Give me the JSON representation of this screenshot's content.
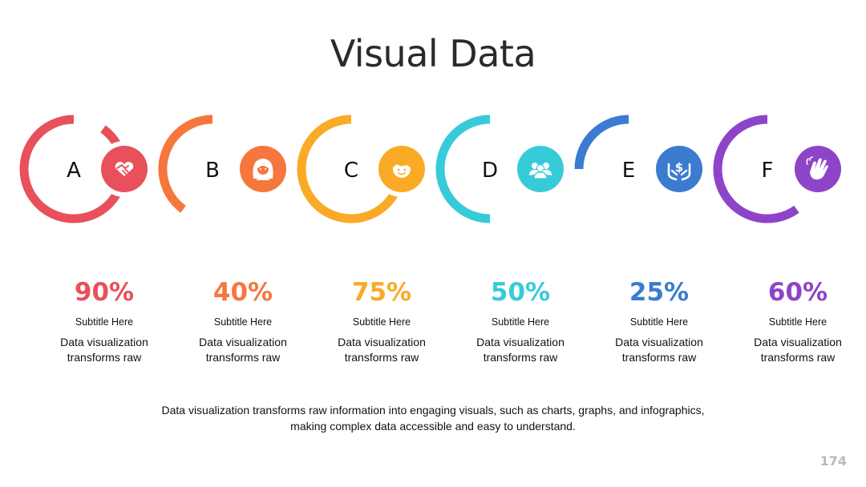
{
  "title": "Visual Data",
  "chart_data": {
    "type": "radial-progress",
    "items": [
      {
        "letter": "A",
        "value": 90,
        "label": "90%",
        "subtitle": "Subtitle Here",
        "description": "Data visualization transforms raw",
        "color": "#e8505b",
        "icon": "handshake-heart-icon"
      },
      {
        "letter": "B",
        "value": 40,
        "label": "40%",
        "subtitle": "Subtitle Here",
        "description": "Data visualization transforms raw",
        "color": "#f5773d",
        "icon": "woman-face-icon"
      },
      {
        "letter": "C",
        "value": 75,
        "label": "75%",
        "subtitle": "Subtitle Here",
        "description": "Data visualization transforms raw",
        "color": "#fbaa26",
        "icon": "man-face-icon"
      },
      {
        "letter": "D",
        "value": 50,
        "label": "50%",
        "subtitle": "Subtitle Here",
        "description": "Data visualization transforms raw",
        "color": "#37cbd9",
        "icon": "group-people-icon"
      },
      {
        "letter": "E",
        "value": 25,
        "label": "25%",
        "subtitle": "Subtitle Here",
        "description": "Data visualization transforms raw",
        "color": "#3b7bd0",
        "icon": "money-hands-icon"
      },
      {
        "letter": "F",
        "value": 60,
        "label": "60%",
        "subtitle": "Subtitle Here",
        "description": "Data visualization transforms raw",
        "color": "#8e44c8",
        "icon": "waving-hand-icon"
      }
    ]
  },
  "footer": "Data visualization transforms raw information into engaging visuals, such as charts, graphs, and infographics, making complex data accessible and easy to understand.",
  "page_number": "174"
}
